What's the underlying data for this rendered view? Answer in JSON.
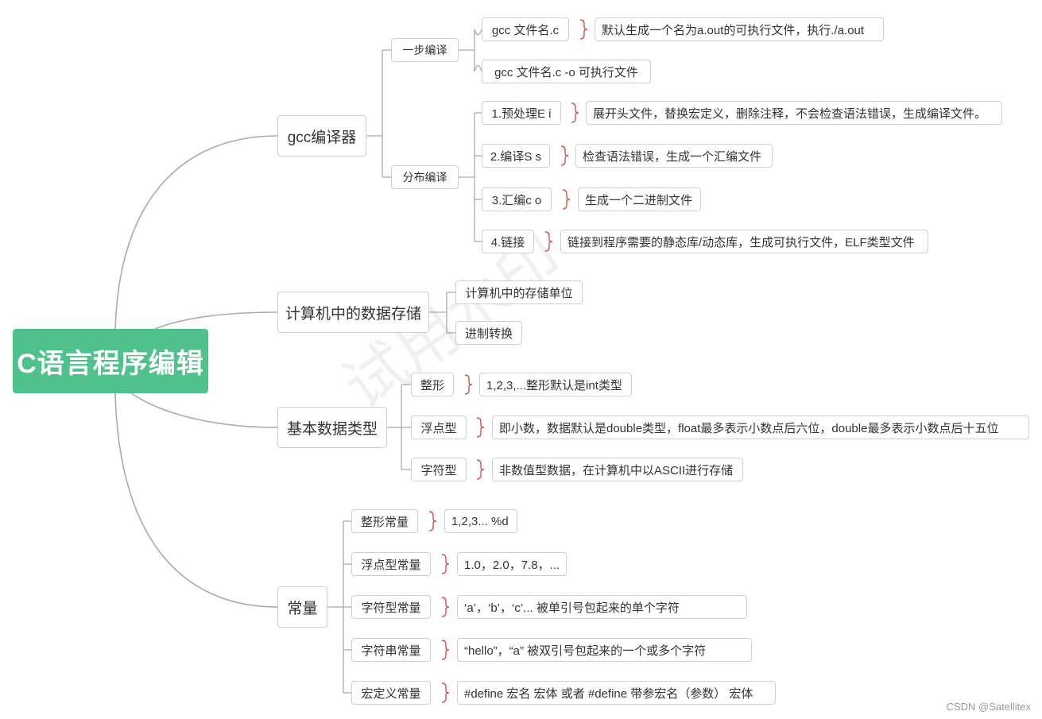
{
  "root": "C语言程序编辑",
  "watermark": "试用水印",
  "credit": "CSDN @Satellitex",
  "colors": {
    "root": "#4fc18b",
    "brace": "#d9534f",
    "line": "#aaaaaa"
  },
  "branches": {
    "gcc": {
      "label": "gcc编译器",
      "one_step": {
        "label": "一步编译",
        "items": [
          {
            "label": "gcc 文件名.c",
            "note": "默认生成一个名为a.out的可执行文件，执行./a.out"
          },
          {
            "label": "gcc 文件名.c -o 可执行文件"
          }
        ]
      },
      "distributed": {
        "label": "分布编译",
        "items": [
          {
            "label": "1.预处理E i",
            "note": "展开头文件，替换宏定义，删除注释，不会检查语法错误，生成编译文件。"
          },
          {
            "label": "2.编译S s",
            "note": "检查语法错误，生成一个汇编文件"
          },
          {
            "label": "3.汇编c o",
            "note": "生成一个二进制文件"
          },
          {
            "label": "4.链接",
            "note": "链接到程序需要的静态库/动态库，生成可执行文件，ELF类型文件"
          }
        ]
      }
    },
    "storage": {
      "label": "计算机中的数据存储",
      "items": [
        {
          "label": "计算机中的存储单位"
        },
        {
          "label": "进制转换"
        }
      ]
    },
    "types": {
      "label": "基本数据类型",
      "items": [
        {
          "label": "整形",
          "note": "1,2,3,...整形默认是int类型"
        },
        {
          "label": "浮点型",
          "note": "即小数，数据默认是double类型，float最多表示小数点后六位，double最多表示小数点后十五位"
        },
        {
          "label": "字符型",
          "note": "非数值型数据，在计算机中以ASCII进行存储"
        }
      ]
    },
    "constants": {
      "label": "常量",
      "items": [
        {
          "label": "整形常量",
          "note": "1,2,3... %d"
        },
        {
          "label": "浮点型常量",
          "note": "1.0，2.0，7.8，..."
        },
        {
          "label": "字符型常量",
          "note": "‘a’，‘b’，‘c’... 被单引号包起来的单个字符"
        },
        {
          "label": "字符串常量",
          "note": "“hello”，“a” 被双引号包起来的一个或多个字符"
        },
        {
          "label": "宏定义常量",
          "note": "#define 宏名 宏体 或者 #define 带参宏名（参数） 宏体"
        }
      ]
    }
  }
}
